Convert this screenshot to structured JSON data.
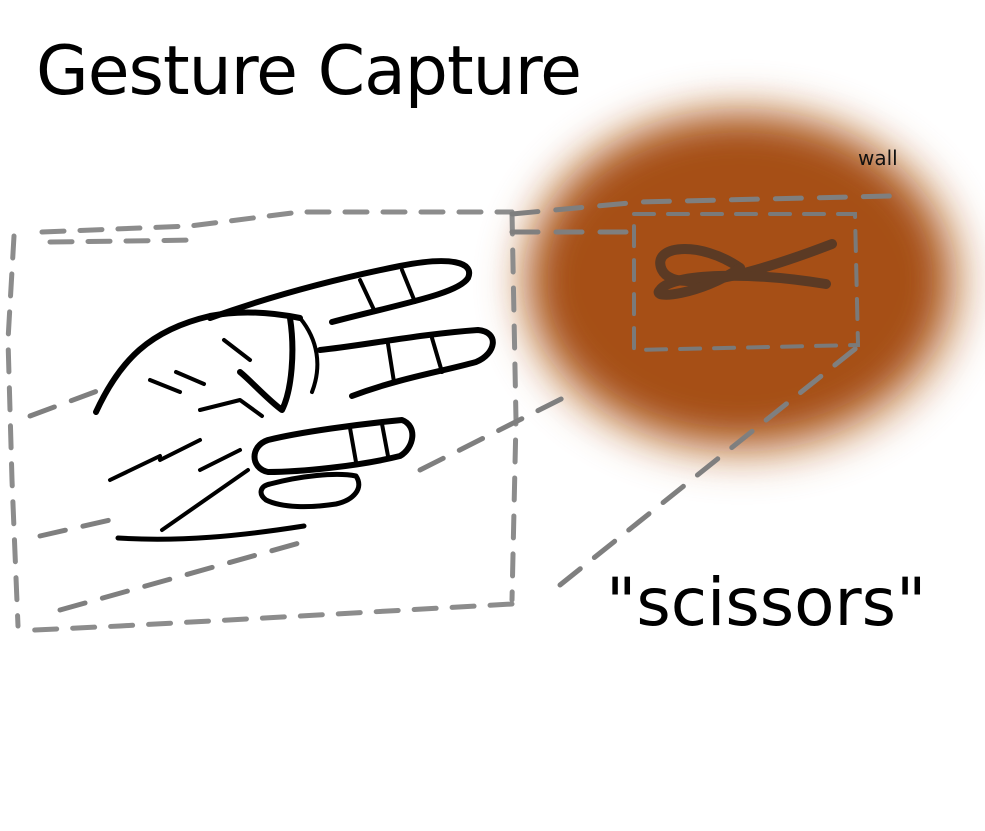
{
  "title": "Gesture Capture",
  "wall_label": "wall",
  "gesture_label": "\"scissors\"",
  "icons": {
    "hand": "hand-scissors-sketch-icon",
    "projected_symbol": "scissors-symbol-icon"
  },
  "colors": {
    "wall_fill": "#a64f16",
    "dashed_outline": "#8c8c8c",
    "ink": "#000000",
    "projected_symbol": "#5b3a24"
  }
}
